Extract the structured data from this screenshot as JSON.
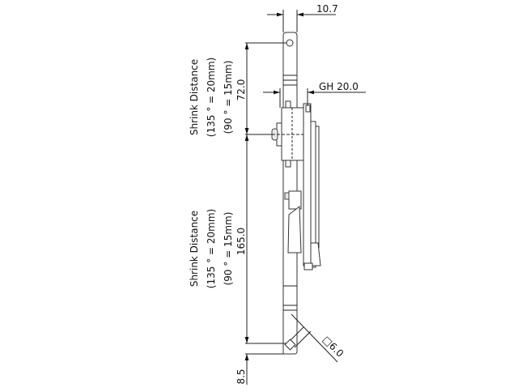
{
  "dimensions": {
    "width_top": "10.7",
    "gh": "GH 20.0",
    "upper": "72.0",
    "lower": "165.0",
    "bottom": "8.5",
    "square": "□6.0"
  },
  "notes": {
    "upper": {
      "title": "Shrink Distance",
      "line1": "(135 ° = 20mm)",
      "line2": "(90 ° = 15mm)"
    },
    "lower": {
      "title": "Shrink Distance",
      "line1": "(135 ° = 20mm)",
      "line2": "(90 ° = 15mm)"
    }
  }
}
